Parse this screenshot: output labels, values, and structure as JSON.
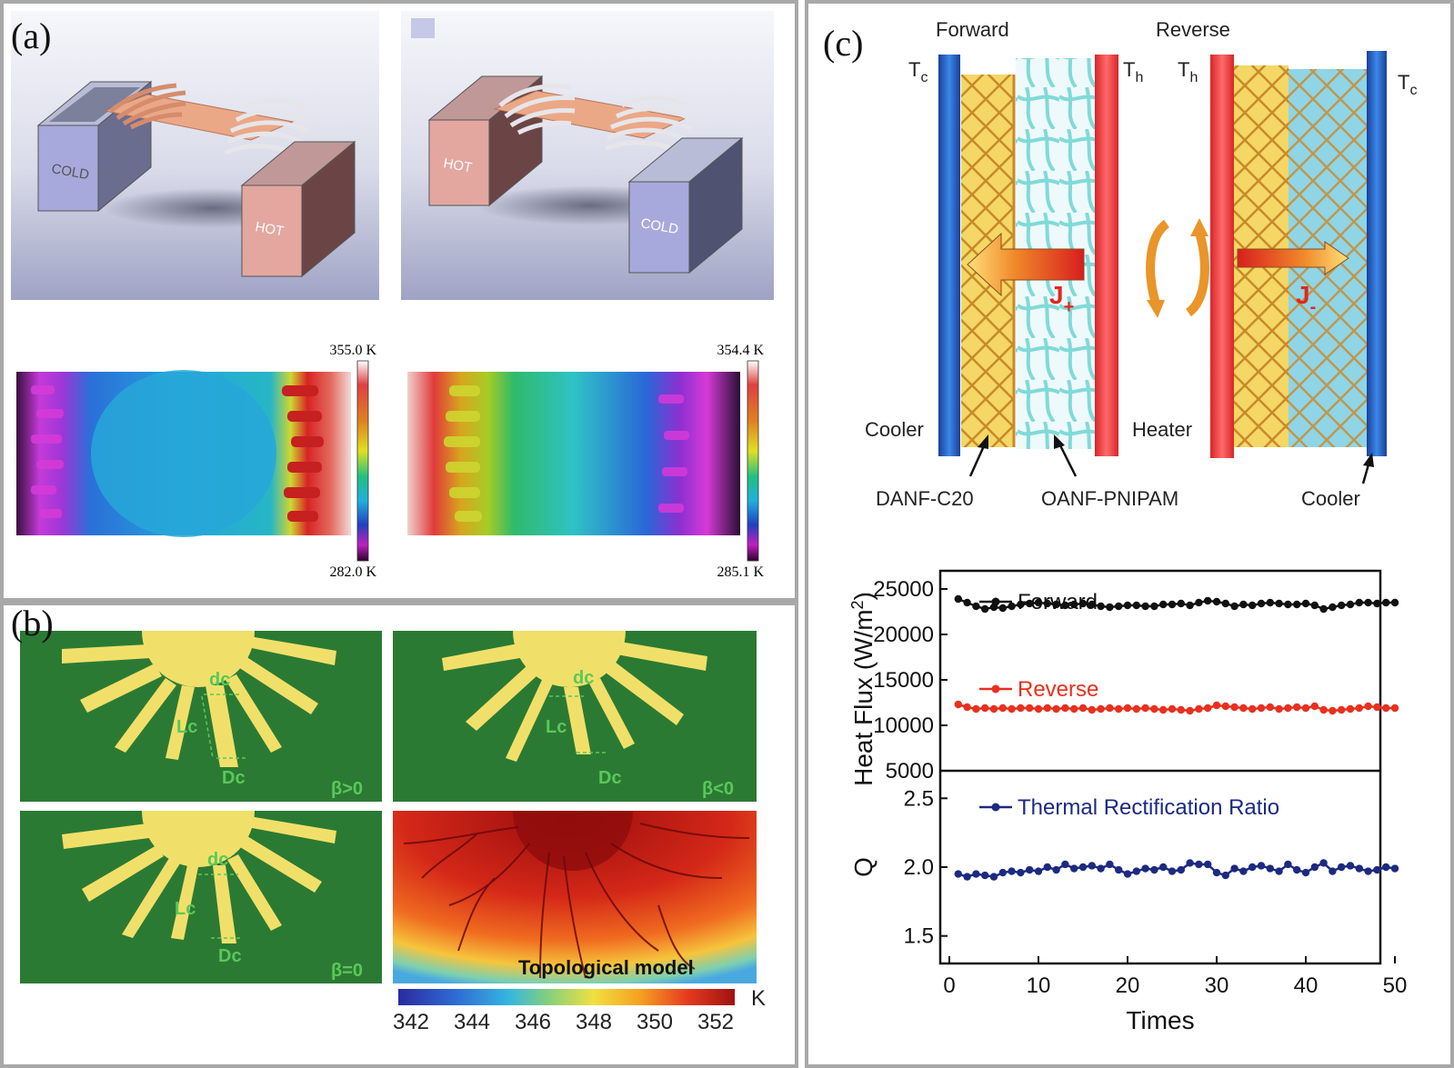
{
  "panels": {
    "a": {
      "label": "(a)",
      "left_scene": {
        "cold_label": "COLD",
        "hot_label": "HOT"
      },
      "right_scene": {
        "hot_label": "HOT",
        "cold_label": "COLD"
      },
      "thermo_left": {
        "max": "355.0 K",
        "min": "282.0 K"
      },
      "thermo_right": {
        "max": "354.4 K",
        "min": "285.1 K"
      }
    },
    "b": {
      "label": "(b)",
      "param_d": "dc",
      "param_L": "Lc",
      "param_D": "Dc",
      "beta_pos": "β>0",
      "beta_neg": "β<0",
      "beta_zero": "β=0",
      "topo_label": "Topological model",
      "colorbar_unit": "K",
      "colorbar_ticks": [
        "342",
        "344",
        "346",
        "348",
        "350",
        "352"
      ]
    },
    "c": {
      "label": "(c)",
      "forward_title": "Forward",
      "reverse_title": "Reverse",
      "tc": "T",
      "tc_sub": "c",
      "th": "T",
      "th_sub": "h",
      "cooler": "Cooler",
      "heater": "Heater",
      "danf": "DANF-C20",
      "oanf": "OANF-PNIPAM",
      "j_plus": "J",
      "j_plus_sub": "+",
      "j_minus": "J",
      "j_minus_sub": "-"
    }
  },
  "chart_data": {
    "type": "line",
    "xlabel": "Times",
    "xlim": [
      0,
      50
    ],
    "x_ticks": [
      "0",
      "10",
      "20",
      "30",
      "40",
      "50"
    ],
    "top": {
      "ylabel": "Heat Flux (W/m2)",
      "ylabel_main": "Heat Flux (W/m",
      "ylabel_sup": "2",
      "ylabel_end": ")",
      "ylim": [
        5000,
        27000
      ],
      "y_ticks": [
        "25000",
        "20000",
        "15000",
        "10000",
        "5000"
      ],
      "series": [
        {
          "name": "Forward",
          "color": "#111111",
          "values": [
            23900,
            23500,
            23100,
            22800,
            23000,
            22900,
            23100,
            23300,
            23400,
            23500,
            23400,
            23300,
            23200,
            23300,
            23400,
            23300,
            23100,
            23000,
            23100,
            23200,
            23200,
            23100,
            23100,
            23300,
            23300,
            23400,
            23200,
            23500,
            23700,
            23600,
            23400,
            23100,
            23300,
            23200,
            23400,
            23500,
            23400,
            23300,
            23300,
            23400,
            23200,
            22800,
            23000,
            23200,
            23300,
            23500,
            23500,
            23400,
            23500,
            23500
          ]
        },
        {
          "name": "Reverse",
          "color": "#e8301e",
          "values": [
            12300,
            12000,
            11800,
            11900,
            11800,
            11900,
            11800,
            11900,
            11900,
            11800,
            11900,
            11800,
            11900,
            11800,
            11900,
            11700,
            11800,
            11900,
            11800,
            11900,
            11800,
            11900,
            11800,
            11700,
            11800,
            11700,
            11600,
            11800,
            11900,
            12200,
            12100,
            12000,
            11900,
            11800,
            11900,
            12000,
            11800,
            11900,
            12000,
            11900,
            12100,
            11700,
            11600,
            11700,
            11800,
            11900,
            12100,
            12000,
            11900,
            11900
          ]
        }
      ]
    },
    "bottom": {
      "ylabel": "Q",
      "ylim": [
        1.3,
        2.7
      ],
      "y_ticks": [
        "2.5",
        "2.0",
        "1.5"
      ],
      "series": [
        {
          "name": "Thermal Rectification Ratio",
          "color": "#1c2a80",
          "values": [
            1.95,
            1.93,
            1.95,
            1.94,
            1.93,
            1.96,
            1.97,
            1.96,
            1.98,
            1.97,
            2.0,
            1.98,
            2.02,
            1.99,
            2.0,
            2.01,
            1.99,
            2.02,
            1.98,
            1.95,
            1.97,
            1.99,
            1.98,
            2.0,
            1.97,
            1.98,
            2.03,
            2.02,
            2.02,
            1.96,
            1.94,
            1.99,
            1.97,
            2.0,
            2.01,
            1.99,
            1.97,
            2.02,
            1.98,
            1.96,
            2.0,
            2.03,
            1.97,
            2.0,
            2.01,
            1.99,
            1.97,
            1.98,
            2.0,
            1.99
          ]
        }
      ]
    }
  }
}
